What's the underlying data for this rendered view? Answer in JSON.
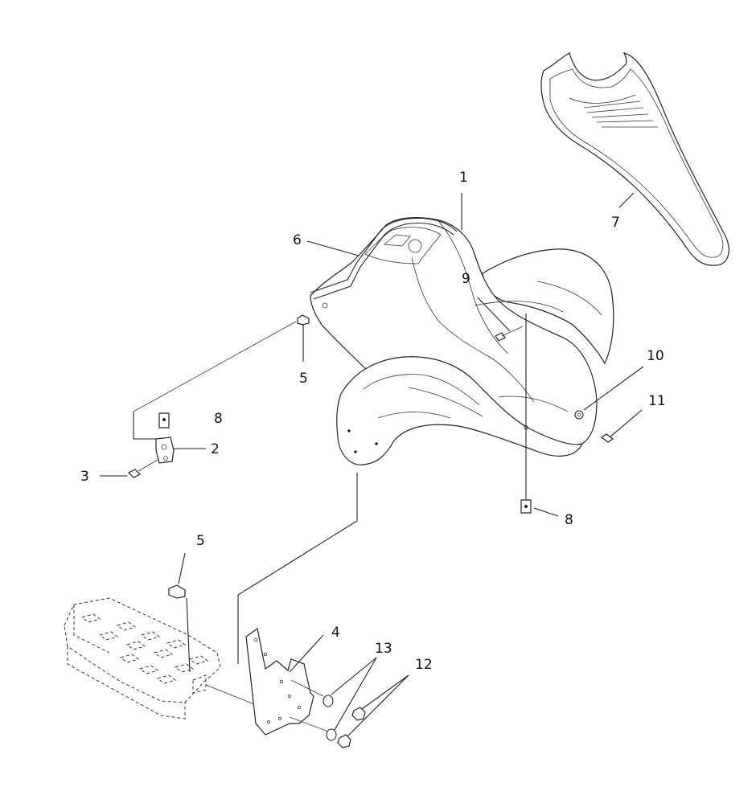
{
  "callouts": [
    {
      "id": "c1",
      "text": "1"
    },
    {
      "id": "c2",
      "text": "2"
    },
    {
      "id": "c3",
      "text": "3"
    },
    {
      "id": "c4",
      "text": "4"
    },
    {
      "id": "c5a",
      "text": "5"
    },
    {
      "id": "c5b",
      "text": "5"
    },
    {
      "id": "c6",
      "text": "6"
    },
    {
      "id": "c7",
      "text": "7"
    },
    {
      "id": "c8a",
      "text": "8"
    },
    {
      "id": "c8b",
      "text": "8"
    },
    {
      "id": "c9",
      "text": "9"
    },
    {
      "id": "c10",
      "text": "10"
    },
    {
      "id": "c11",
      "text": "11"
    },
    {
      "id": "c12",
      "text": "12"
    },
    {
      "id": "c13",
      "text": "13"
    }
  ]
}
